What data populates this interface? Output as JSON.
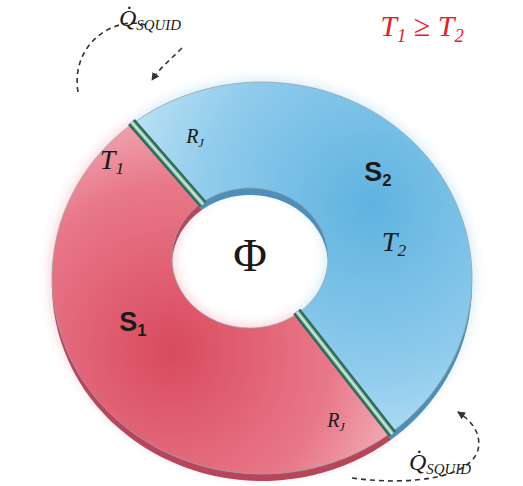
{
  "diagram": {
    "nodes": [
      {
        "text": [
          "T1",
          "S1"
        ]
      },
      {
        "text": [
          "S2",
          "T2"
        ]
      }
    ],
    "labels": [
      "Q̇SQUID",
      "T1 ≥ T2",
      "RJ",
      "Φ",
      "RJ",
      "Q̇SQUID"
    ]
  }
}
